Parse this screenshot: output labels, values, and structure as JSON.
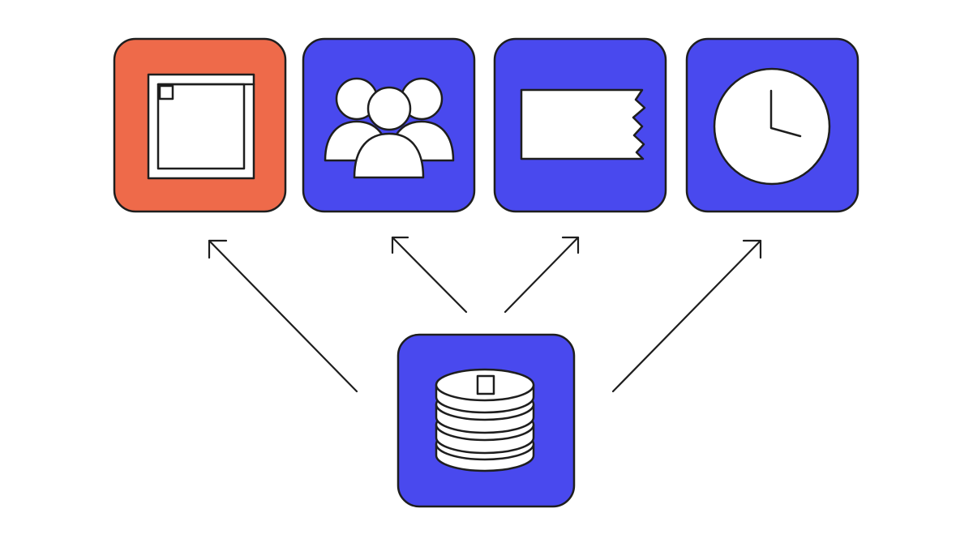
{
  "colors": {
    "background": "#ffffff",
    "accent_orange": "#ee6a4a",
    "accent_blue": "#4949ee",
    "outline": "#1e1e1e"
  },
  "nodes": [
    {
      "id": "window",
      "icon": "window-frame-icon",
      "fill": "#ee6a4a"
    },
    {
      "id": "users",
      "icon": "users-group-icon",
      "fill": "#4949ee"
    },
    {
      "id": "ticket",
      "icon": "ticket-icon",
      "fill": "#4949ee"
    },
    {
      "id": "clock",
      "icon": "clock-icon",
      "fill": "#4949ee"
    },
    {
      "id": "database",
      "icon": "database-icon",
      "fill": "#4949ee"
    }
  ],
  "edges": [
    {
      "from": "database",
      "to": "window"
    },
    {
      "from": "database",
      "to": "users"
    },
    {
      "from": "database",
      "to": "ticket"
    },
    {
      "from": "database",
      "to": "clock"
    }
  ]
}
